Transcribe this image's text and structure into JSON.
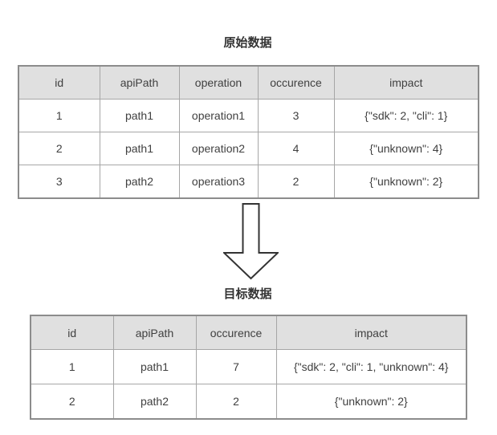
{
  "source_table": {
    "title": "原始数据",
    "columns": [
      "id",
      "apiPath",
      "operation",
      "occurence",
      "impact"
    ],
    "rows": [
      [
        "1",
        "path1",
        "operation1",
        "3",
        "{\"sdk\": 2, \"cli\": 1}"
      ],
      [
        "2",
        "path1",
        "operation2",
        "4",
        "{\"unknown\": 4}"
      ],
      [
        "3",
        "path2",
        "operation3",
        "2",
        "{\"unknown\": 2}"
      ]
    ]
  },
  "target_table": {
    "title": "目标数据",
    "columns": [
      "id",
      "apiPath",
      "occurence",
      "impact"
    ],
    "rows": [
      [
        "1",
        "path1",
        "7",
        "{\"sdk\": 2, \"cli\": 1, \"unknown\": 4}"
      ],
      [
        "2",
        "path2",
        "2",
        "{\"unknown\": 2}"
      ]
    ]
  },
  "arrow": {
    "direction": "down"
  },
  "colors": {
    "header_bg": "#e0e0e0",
    "outer_border": "#8c8c8c",
    "inner_border": "#a6a6a6",
    "text": "#404040",
    "title_text": "#333333",
    "arrow_stroke": "#333333"
  }
}
